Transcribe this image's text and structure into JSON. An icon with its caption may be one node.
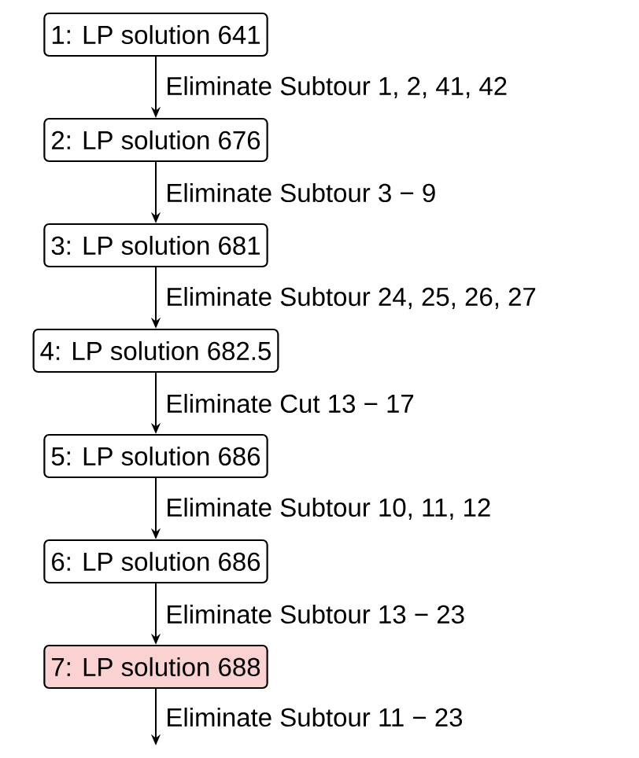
{
  "diagram": {
    "nodes": [
      {
        "text": [
          "1: LP solution 641"
        ]
      },
      {
        "text": [
          "2: LP solution 676"
        ]
      },
      {
        "text": [
          "3: LP solution 681"
        ]
      },
      {
        "text": [
          "4: LP solution 682.5"
        ]
      },
      {
        "text": [
          "5: LP solution 686"
        ]
      },
      {
        "text": [
          "6: LP solution 686"
        ]
      },
      {
        "text": [
          "7: LP solution 688"
        ]
      }
    ],
    "edges": [
      {
        "from": 0,
        "to": 1,
        "arrow": "to",
        "label": "Eliminate Subtour 1, 2, 41, 42"
      },
      {
        "from": 1,
        "to": 2,
        "arrow": "to",
        "label": "Eliminate Subtour 3 − 9"
      },
      {
        "from": 2,
        "to": 3,
        "arrow": "to",
        "label": "Eliminate Subtour 24, 25, 26, 27"
      },
      {
        "from": 3,
        "to": 4,
        "arrow": "to",
        "label": "Eliminate Cut 13 − 17"
      },
      {
        "from": 4,
        "to": 5,
        "arrow": "to",
        "label": "Eliminate Subtour 10, 11, 12"
      },
      {
        "from": 5,
        "to": 6,
        "arrow": "to",
        "label": "Eliminate Subtour 13 − 23"
      },
      {
        "from": 6,
        "to": null,
        "arrow": "to",
        "label": "Eliminate Subtour 11 − 23"
      }
    ]
  }
}
